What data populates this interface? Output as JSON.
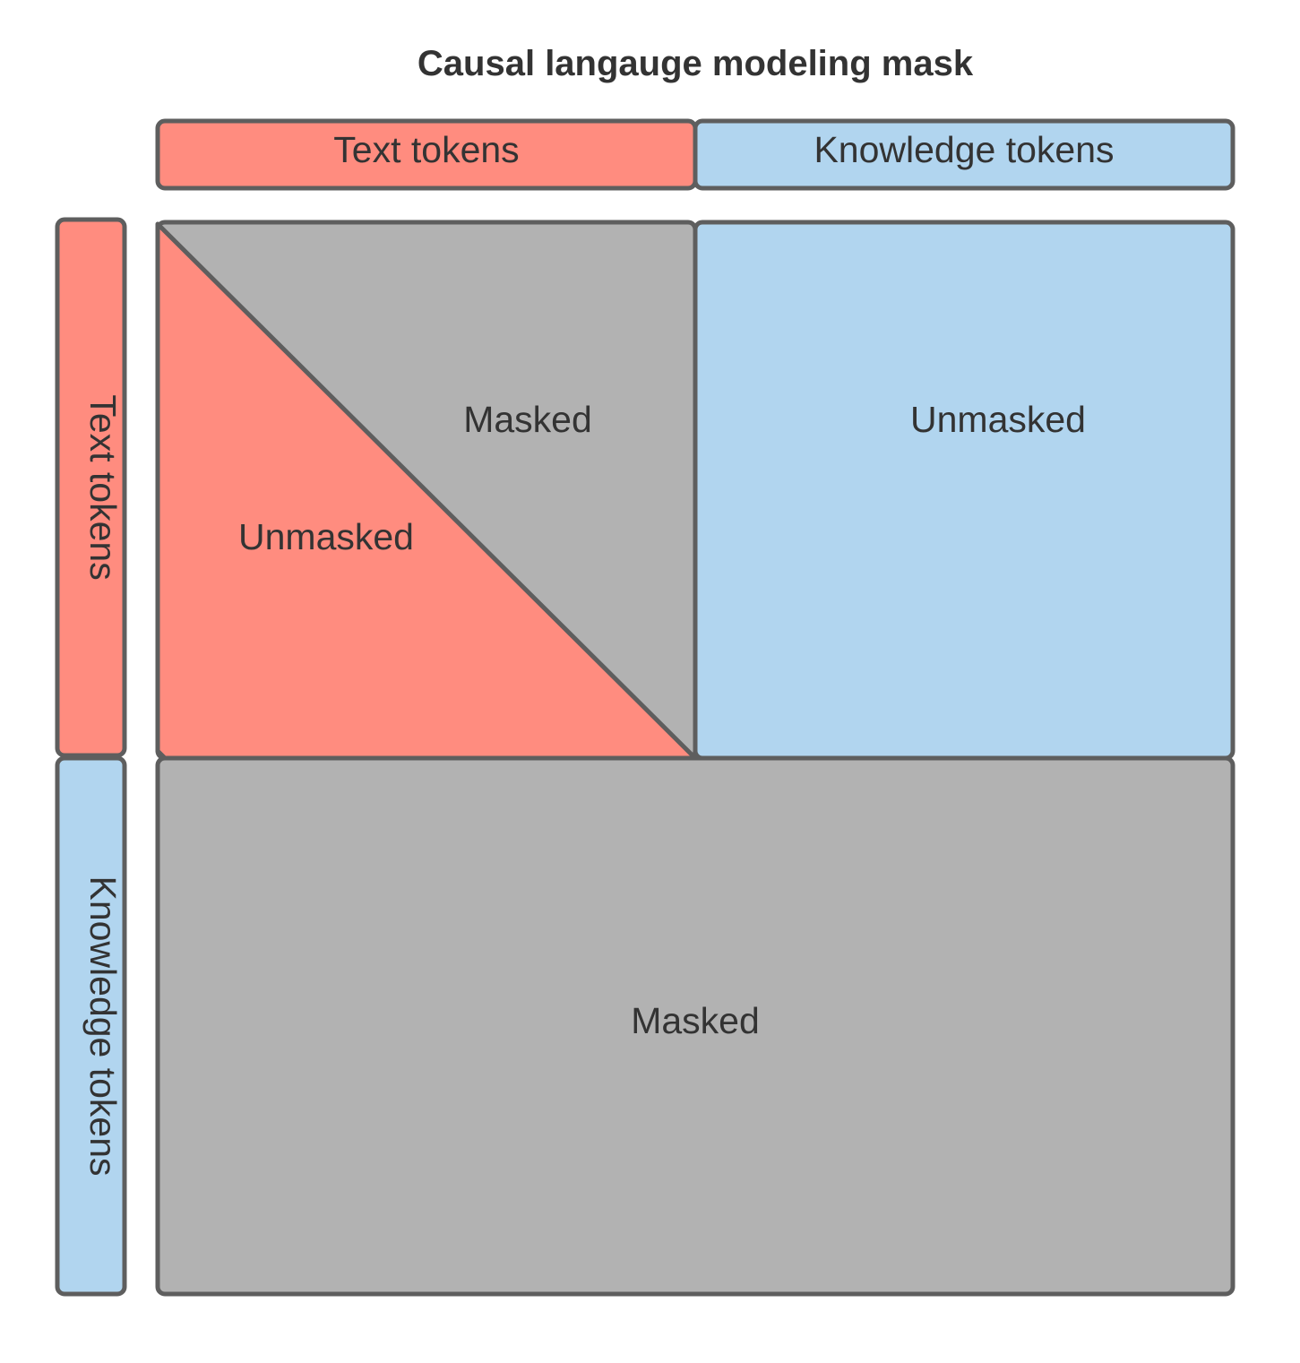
{
  "title": "Causal langauge modeling mask",
  "colors": {
    "text_tokens": "#ff8c7f",
    "knowledge_tokens": "#b1d5ef",
    "masked": "#b2b2b2",
    "border": "#5e5e5e",
    "text": "#333333"
  },
  "column_headers": {
    "text": "Text tokens",
    "knowledge": "Knowledge tokens"
  },
  "row_headers": {
    "text": "Text tokens",
    "knowledge": "Knowledge tokens"
  },
  "cells": {
    "text_text_upper": "Masked",
    "text_text_lower": "Unmasked",
    "text_knowledge": "Unmasked",
    "knowledge_all": "Masked"
  }
}
